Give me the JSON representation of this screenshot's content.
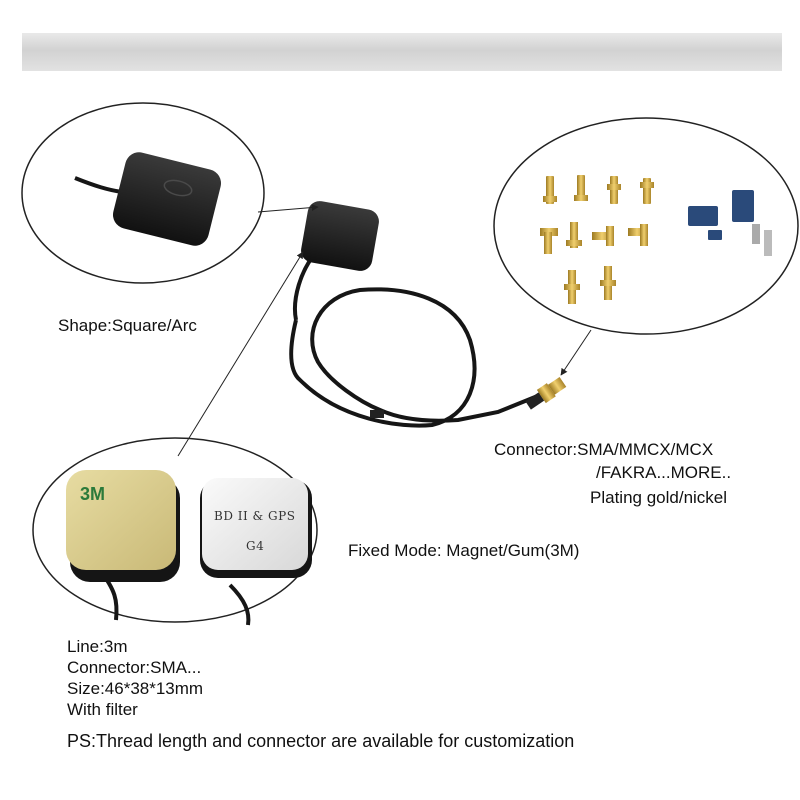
{
  "shape_text": "Shape:Square/Arc",
  "connector_text": [
    "Connector:SMA/MMCX/MCX",
    "/FAKRA...MORE.."
  ],
  "plating_text": "Plating gold/nickel",
  "fixed_mode_text": "Fixed Mode: Magnet/Gum(3M)",
  "specs": [
    "Line:3m",
    "Connector:SMA...",
    "Size:46*38*13mm",
    "With filter"
  ],
  "ps_text": "PS:Thread length and connector are available for customization",
  "pad_label": {
    "line1": "BD II & GPS",
    "line2": "G4"
  },
  "tape_brand": "3M",
  "colors": {
    "antenna": "#1c1c1c",
    "cable": "#161616",
    "gold": "#c9a13b",
    "fakra_blue": "#2a4a7a",
    "banner": "#dcdcdc"
  }
}
